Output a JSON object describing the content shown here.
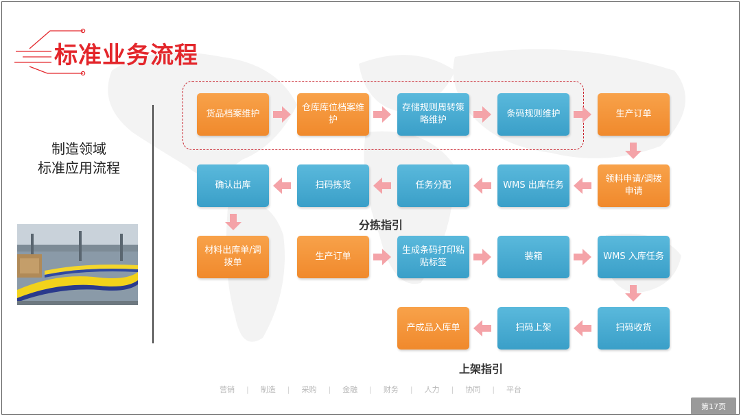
{
  "header": {
    "title": "标准业务流程"
  },
  "side": {
    "line1": "制造领域",
    "line2": "标准应用流程"
  },
  "flow": {
    "row1": [
      "货品档案维护",
      "仓库库位档案维护",
      "存储规则周转策略维护",
      "条码规则维护",
      "生产订单"
    ],
    "row2": [
      "确认出库",
      "扫码拣货",
      "任务分配",
      "WMS 出库任务",
      "领料申请/调拨申请"
    ],
    "row3": [
      "材料出库单/调拨单",
      "生产订单",
      "生成条码打印粘贴标签",
      "装箱",
      "WMS 入库任务"
    ],
    "row4": [
      "产成品入库单",
      "扫码上架",
      "扫码收货"
    ]
  },
  "labels": {
    "picking": "分拣指引",
    "shelving": "上架指引"
  },
  "footer": {
    "items": [
      "营销",
      "制造",
      "采购",
      "金融",
      "财务",
      "人力",
      "协同",
      "平台"
    ]
  },
  "page": {
    "indicator": "第17页"
  },
  "colors": {
    "orange": "#f0892c",
    "blue": "#3a9fc8",
    "arrow": "#f4a3a8",
    "title_red": "#e3262b"
  }
}
